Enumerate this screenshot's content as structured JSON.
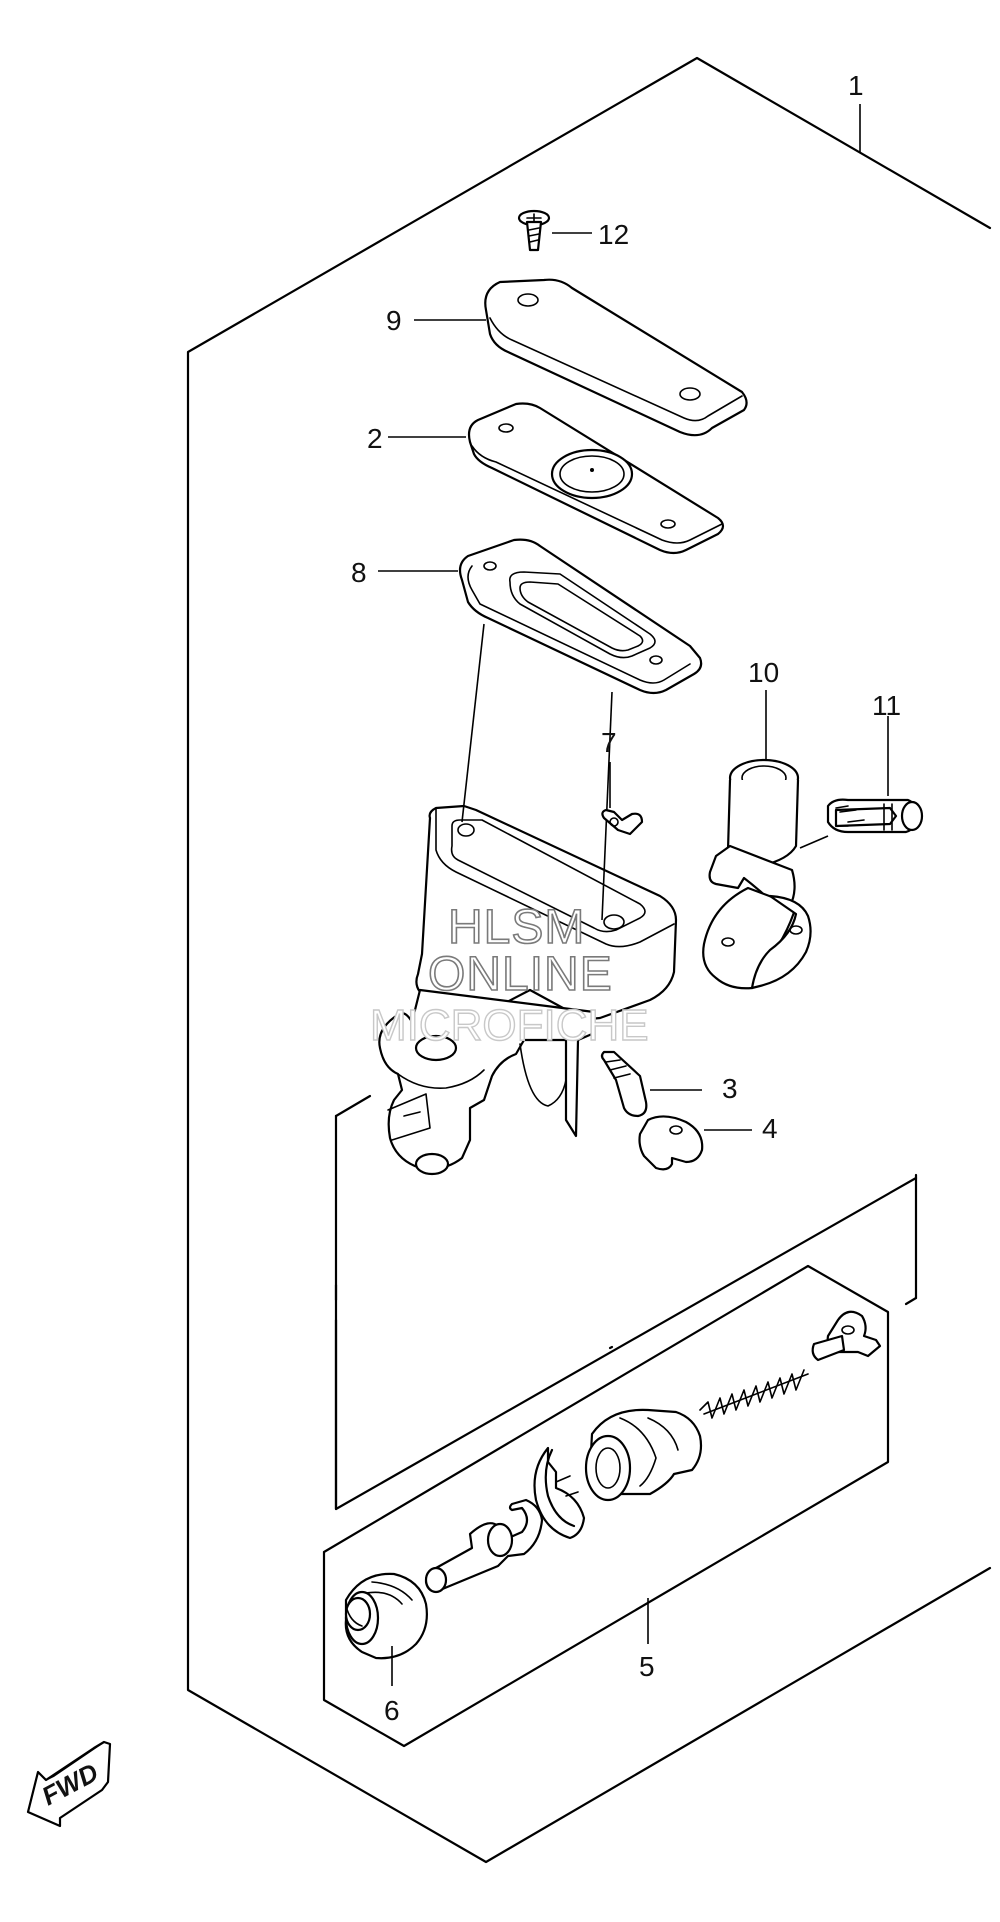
{
  "diagram": {
    "part_labels": {
      "p1": "1",
      "p2": "2",
      "p3": "3",
      "p4": "4",
      "p5": "5",
      "p6": "6",
      "p7": "7",
      "p8": "8",
      "p9": "9",
      "p10": "10",
      "p11": "11",
      "p12": "12"
    },
    "watermark": {
      "line1": "HLSM",
      "line2": "ONLINE",
      "line3": "MICROFICHE"
    },
    "direction_badge": "FWD"
  }
}
